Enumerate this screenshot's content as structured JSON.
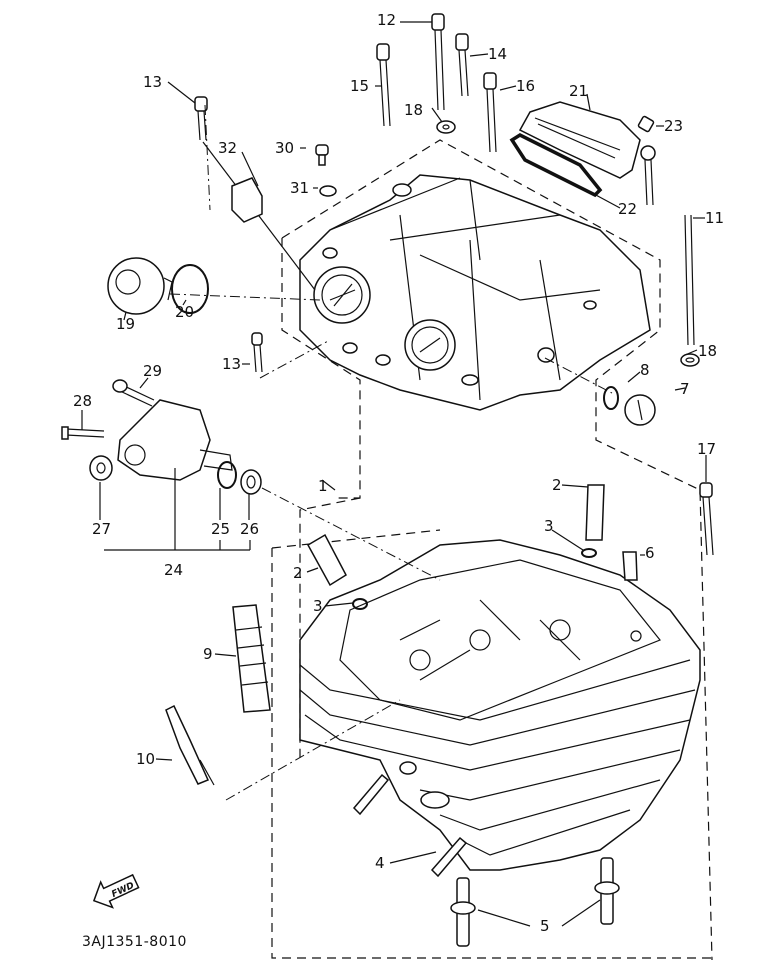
{
  "diagram": {
    "title": "Cylinder Head Exploded Parts Diagram",
    "catalog_number": "3AJ1351-8010",
    "fwd_indicator": "FWD",
    "callouts": [
      {
        "id": "c1",
        "label": "1"
      },
      {
        "id": "c2a",
        "label": "2"
      },
      {
        "id": "c2b",
        "label": "2"
      },
      {
        "id": "c3a",
        "label": "3"
      },
      {
        "id": "c3b",
        "label": "3"
      },
      {
        "id": "c4",
        "label": "4"
      },
      {
        "id": "c5",
        "label": "5"
      },
      {
        "id": "c6",
        "label": "6"
      },
      {
        "id": "c7",
        "label": "7"
      },
      {
        "id": "c8",
        "label": "8"
      },
      {
        "id": "c9",
        "label": "9"
      },
      {
        "id": "c10",
        "label": "10"
      },
      {
        "id": "c11",
        "label": "11"
      },
      {
        "id": "c12",
        "label": "12"
      },
      {
        "id": "c13a",
        "label": "13"
      },
      {
        "id": "c13b",
        "label": "13"
      },
      {
        "id": "c14",
        "label": "14"
      },
      {
        "id": "c15",
        "label": "15"
      },
      {
        "id": "c16",
        "label": "16"
      },
      {
        "id": "c17",
        "label": "17"
      },
      {
        "id": "c18a",
        "label": "18"
      },
      {
        "id": "c18b",
        "label": "18"
      },
      {
        "id": "c19",
        "label": "19"
      },
      {
        "id": "c20",
        "label": "20"
      },
      {
        "id": "c21",
        "label": "21"
      },
      {
        "id": "c22",
        "label": "22"
      },
      {
        "id": "c23",
        "label": "23"
      },
      {
        "id": "c24",
        "label": "24"
      },
      {
        "id": "c25",
        "label": "25"
      },
      {
        "id": "c26",
        "label": "26"
      },
      {
        "id": "c27",
        "label": "27"
      },
      {
        "id": "c28",
        "label": "28"
      },
      {
        "id": "c29",
        "label": "29"
      },
      {
        "id": "c30",
        "label": "30"
      },
      {
        "id": "c31",
        "label": "31"
      },
      {
        "id": "c32",
        "label": "32"
      }
    ]
  }
}
